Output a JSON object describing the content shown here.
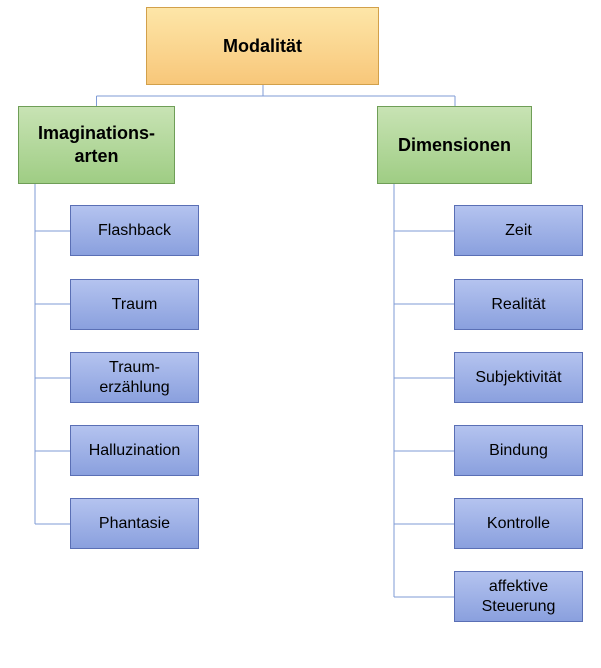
{
  "root": {
    "label": "Modalität"
  },
  "categories": [
    {
      "label": "Imaginations-\narten",
      "items": [
        "Flashback",
        "Traum",
        "Traum-\nerzählung",
        "Halluzination",
        "Phantasie"
      ]
    },
    {
      "label": "Dimensionen",
      "items": [
        "Zeit",
        "Realität",
        "Subjektivität",
        "Bindung",
        "Kontrolle",
        "affektive\nSteuerung"
      ]
    }
  ],
  "colors": {
    "root_fill": "#f8c77a",
    "category_fill": "#9fcd84",
    "leaf_fill": "#8aa0de",
    "connector": "#7f9bd6"
  }
}
